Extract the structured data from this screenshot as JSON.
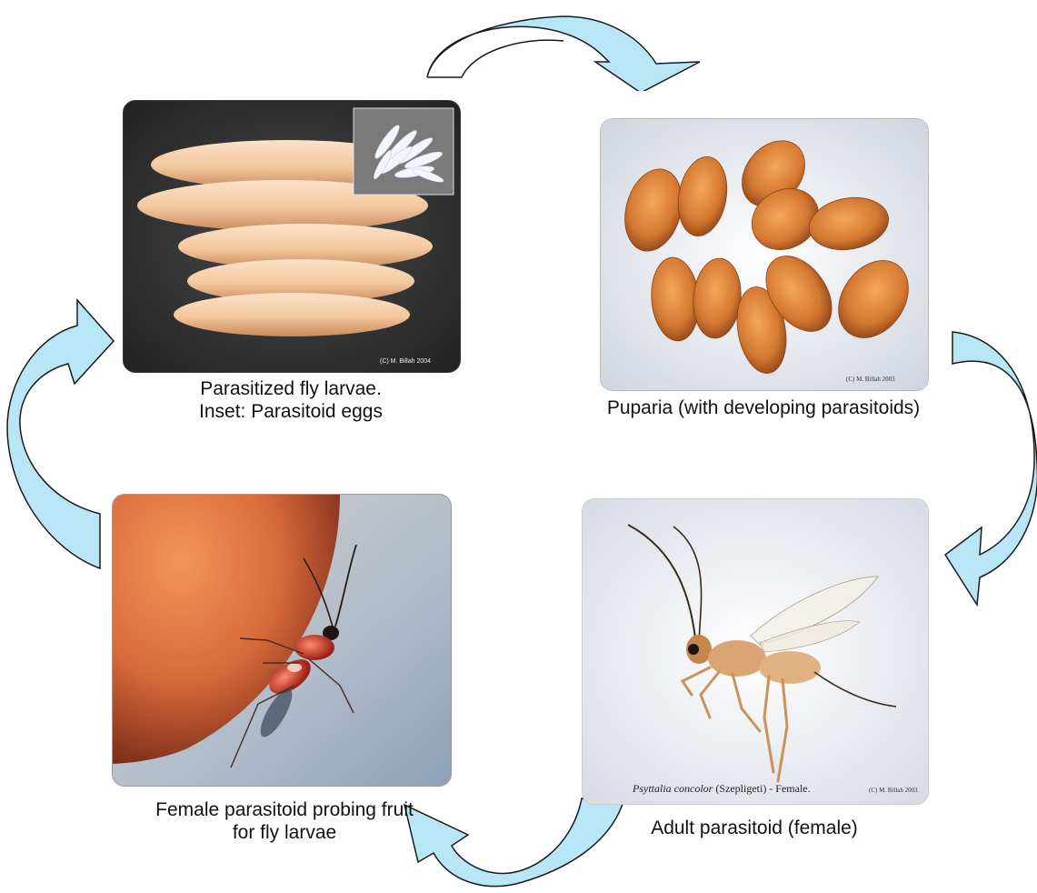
{
  "stages": {
    "larvae": {
      "caption_line1": "Parasitized fly larvae.",
      "caption_line2": "Inset: Parasitoid eggs",
      "credit": "(C) M. Billah 2004"
    },
    "puparia": {
      "caption": "Puparia (with developing parasitoids)",
      "credit": "(C) M. Billah 2003"
    },
    "adult": {
      "caption": "Adult parasitoid (female)",
      "species_italic": "Psyttalia concolor",
      "species_rest": " (Szepligeti) - Female.",
      "credit": "(C) M. Billah 2003"
    },
    "probing": {
      "caption_line1": "Female parasitoid probing fruit",
      "caption_line2": "for fly larvae"
    }
  },
  "colors": {
    "arrow_fill": "#b9e6f6",
    "arrow_stroke": "#1a1a1a"
  }
}
